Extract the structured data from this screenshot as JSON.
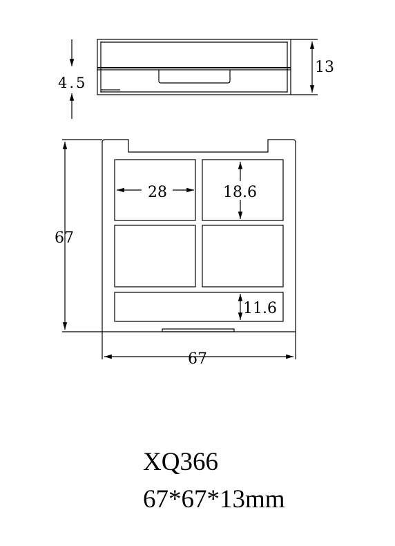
{
  "drawing": {
    "side_view": {
      "height_label": "13",
      "step_label": "4.5"
    },
    "top_view": {
      "width_label": "67",
      "height_label": "67",
      "well_width_label": "28",
      "well_height_label": "18.6",
      "bottom_well_height_label": "11.6"
    }
  },
  "caption": {
    "model": "XQ366",
    "size": "67*67*13mm"
  }
}
